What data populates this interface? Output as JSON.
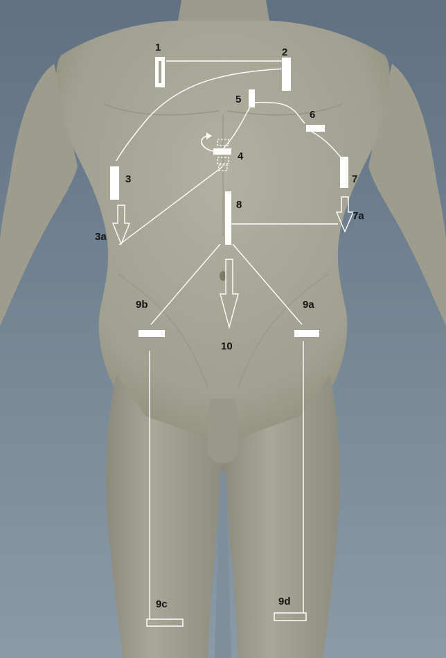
{
  "colors": {
    "background_top": "#5f7182",
    "background_bottom": "#8a9aa7",
    "body": "#a6a494",
    "body_shadow": "#7e7c6c",
    "marker": "#ffffff",
    "label": "#141414"
  },
  "labels": {
    "l1": "1",
    "l2": "2",
    "l3": "3",
    "l3a": "3a",
    "l4": "4",
    "l5": "5",
    "l6": "6",
    "l7": "7",
    "l7a": "7a",
    "l8": "8",
    "l9a": "9a",
    "l9b": "9b",
    "l9c": "9c",
    "l9d": "9d",
    "l10": "10"
  }
}
